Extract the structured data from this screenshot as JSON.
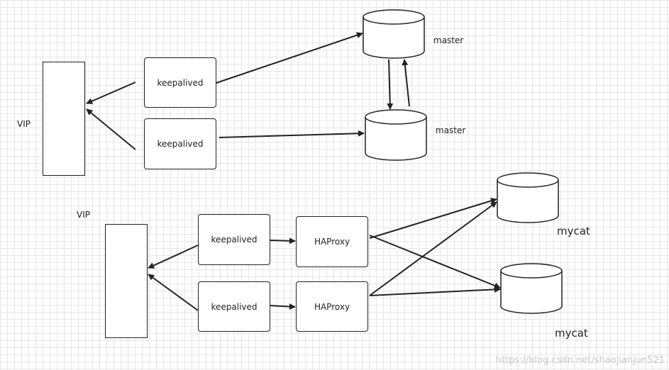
{
  "top": {
    "vip_label": "VIP",
    "keepalived_1": "keepalived",
    "keepalived_2": "keepalived",
    "db_1_label": "master",
    "db_2_label": "master"
  },
  "bottom": {
    "vip_label": "VIP",
    "keepalived_1": "keepalived",
    "keepalived_2": "keepalived",
    "haproxy_1": "HAProxy",
    "haproxy_2": "HAProxy",
    "db_1_label": "mycat",
    "db_2_label": "mycat"
  },
  "watermark": "https://blog.csdn.net/shaojianjun521"
}
